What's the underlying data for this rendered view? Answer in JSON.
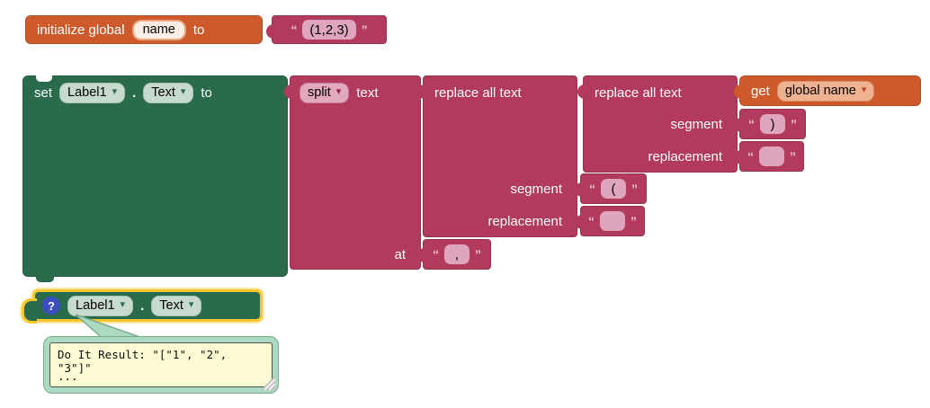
{
  "colors": {
    "orange": "#CE5A2C",
    "pink": "#B23A5C",
    "green": "#2A6B4E",
    "selection_yellow": "#FBC62C",
    "tooltip_border": "#ABD9C1",
    "tooltip_bg": "#FCFBD4",
    "help_icon_blue": "#3B4EC0"
  },
  "quotes": {
    "open": "“",
    "close": "”"
  },
  "init_block": {
    "label_initialize": "initialize global",
    "name_field": "name",
    "label_to": "to",
    "value": "(1,2,3)"
  },
  "set_block": {
    "label_set": "set",
    "component": "Label1",
    "dot": ".",
    "property": "Text",
    "label_to": "to"
  },
  "split_block": {
    "dropdown": "split",
    "label_text": "text",
    "label_at": "at"
  },
  "replace_outer": {
    "label": "replace all text",
    "label_segment": "segment",
    "label_replacement": "replacement"
  },
  "replace_inner": {
    "label": "replace all text",
    "label_segment": "segment",
    "label_replacement": "replacement"
  },
  "get_block": {
    "label_get": "get",
    "variable": "global name"
  },
  "text_blocks": {
    "close_paren": ")",
    "open_paren": "(",
    "comma": ",",
    "empty": ""
  },
  "getter_block": {
    "help": "?",
    "component": "Label1",
    "dot": ".",
    "property": "Text"
  },
  "tooltip": {
    "line1": "Do It Result: \"[\"1\", \"2\", \"3\"]\"",
    "line2": "..."
  }
}
